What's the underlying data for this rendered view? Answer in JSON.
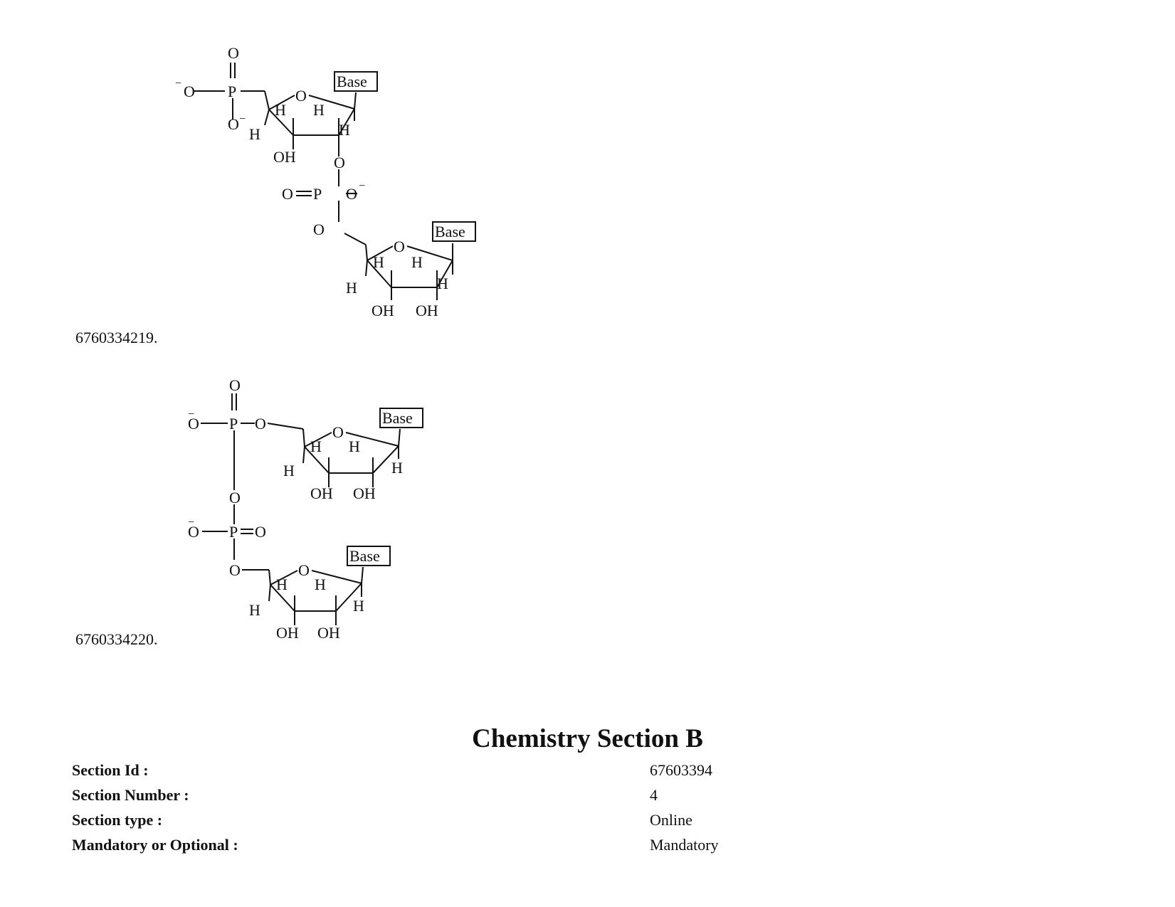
{
  "options": [
    {
      "id_text": "6760334219.",
      "structure": {
        "atoms": {
          "O": "O",
          "P": "P",
          "H": "H",
          "OH": "OH",
          "base": "Base",
          "minus": "−"
        }
      }
    },
    {
      "id_text": "6760334220.",
      "structure": {
        "atoms": {
          "O": "O",
          "P": "P",
          "H": "H",
          "OH": "OH",
          "base": "Base",
          "minus": "−"
        }
      }
    }
  ],
  "section": {
    "title": "Chemistry Section B",
    "rows": [
      {
        "label": "Section Id :",
        "value": "67603394"
      },
      {
        "label": "Section Number :",
        "value": "4"
      },
      {
        "label": "Section type :",
        "value": "Online"
      },
      {
        "label": "Mandatory or Optional :",
        "value": "Mandatory"
      }
    ]
  }
}
